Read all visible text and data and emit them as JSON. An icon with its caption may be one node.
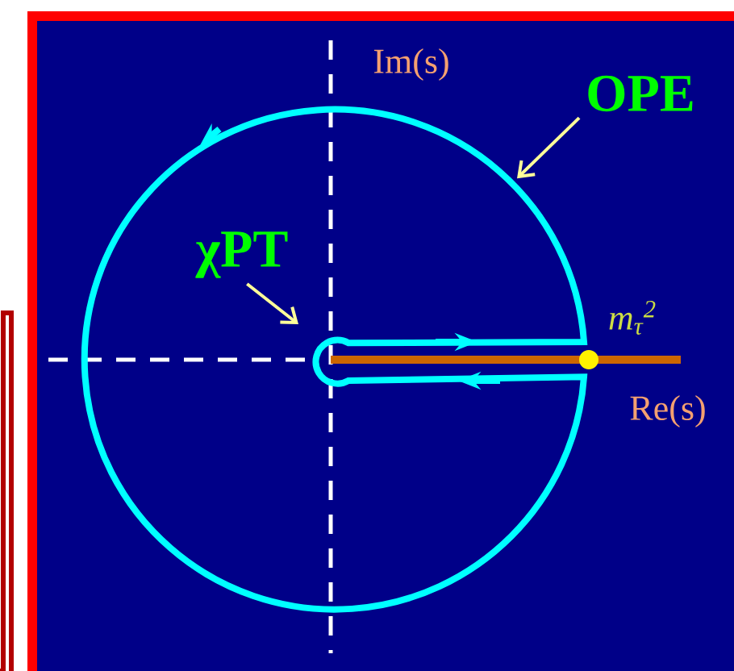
{
  "diagram": {
    "nodes": [
      {
        "text": [],
        "shape": "circle",
        "beside": [
          "*m*$_{τ}$$^{2}$"
        ]
      },
      {
        "text": [
          "OPE"
        ]
      },
      {
        "text": [
          "χPT"
        ],
        "in": 0
      }
    ],
    "edges": [
      {
        "from": 1,
        "to": 0,
        "arrow": "to"
      },
      {
        "from": 2,
        "to": 0,
        "arrow": "to"
      }
    ],
    "labels": [
      "Im(s)",
      "Re(s)"
    ]
  }
}
